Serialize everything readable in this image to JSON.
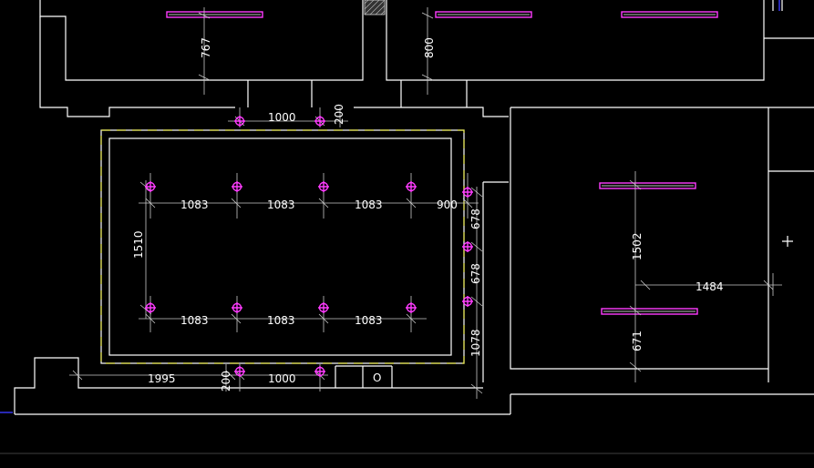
{
  "dimensions": {
    "top_room_left_height": "767",
    "top_room_mid_height": "800",
    "top_spacing_1000": "1000",
    "top_spacing_200": "200",
    "row1_gap_1": "1083",
    "row1_gap_2": "1083",
    "row1_gap_3": "1083",
    "row1_right_900": "900",
    "row2_gap_1": "1083",
    "row2_gap_2": "1083",
    "row2_gap_3": "1083",
    "left_vertical_1510": "1510",
    "right_vertical_678_a": "678",
    "right_vertical_678_b": "678",
    "right_vertical_1078": "1078",
    "bottom_1995": "1995",
    "bottom_200": "200",
    "bottom_1000": "1000",
    "right_room_1502": "1502",
    "right_room_1484": "1484",
    "right_room_671": "671"
  },
  "symbols": {
    "bottom_box_glyph": "O"
  },
  "colors": {
    "background": "#000000",
    "walls": "#ffffff",
    "fixtures": "#ff3cff",
    "ceiling_outline": "#e6e64a",
    "dimension_lines": "#c8c8c8"
  }
}
